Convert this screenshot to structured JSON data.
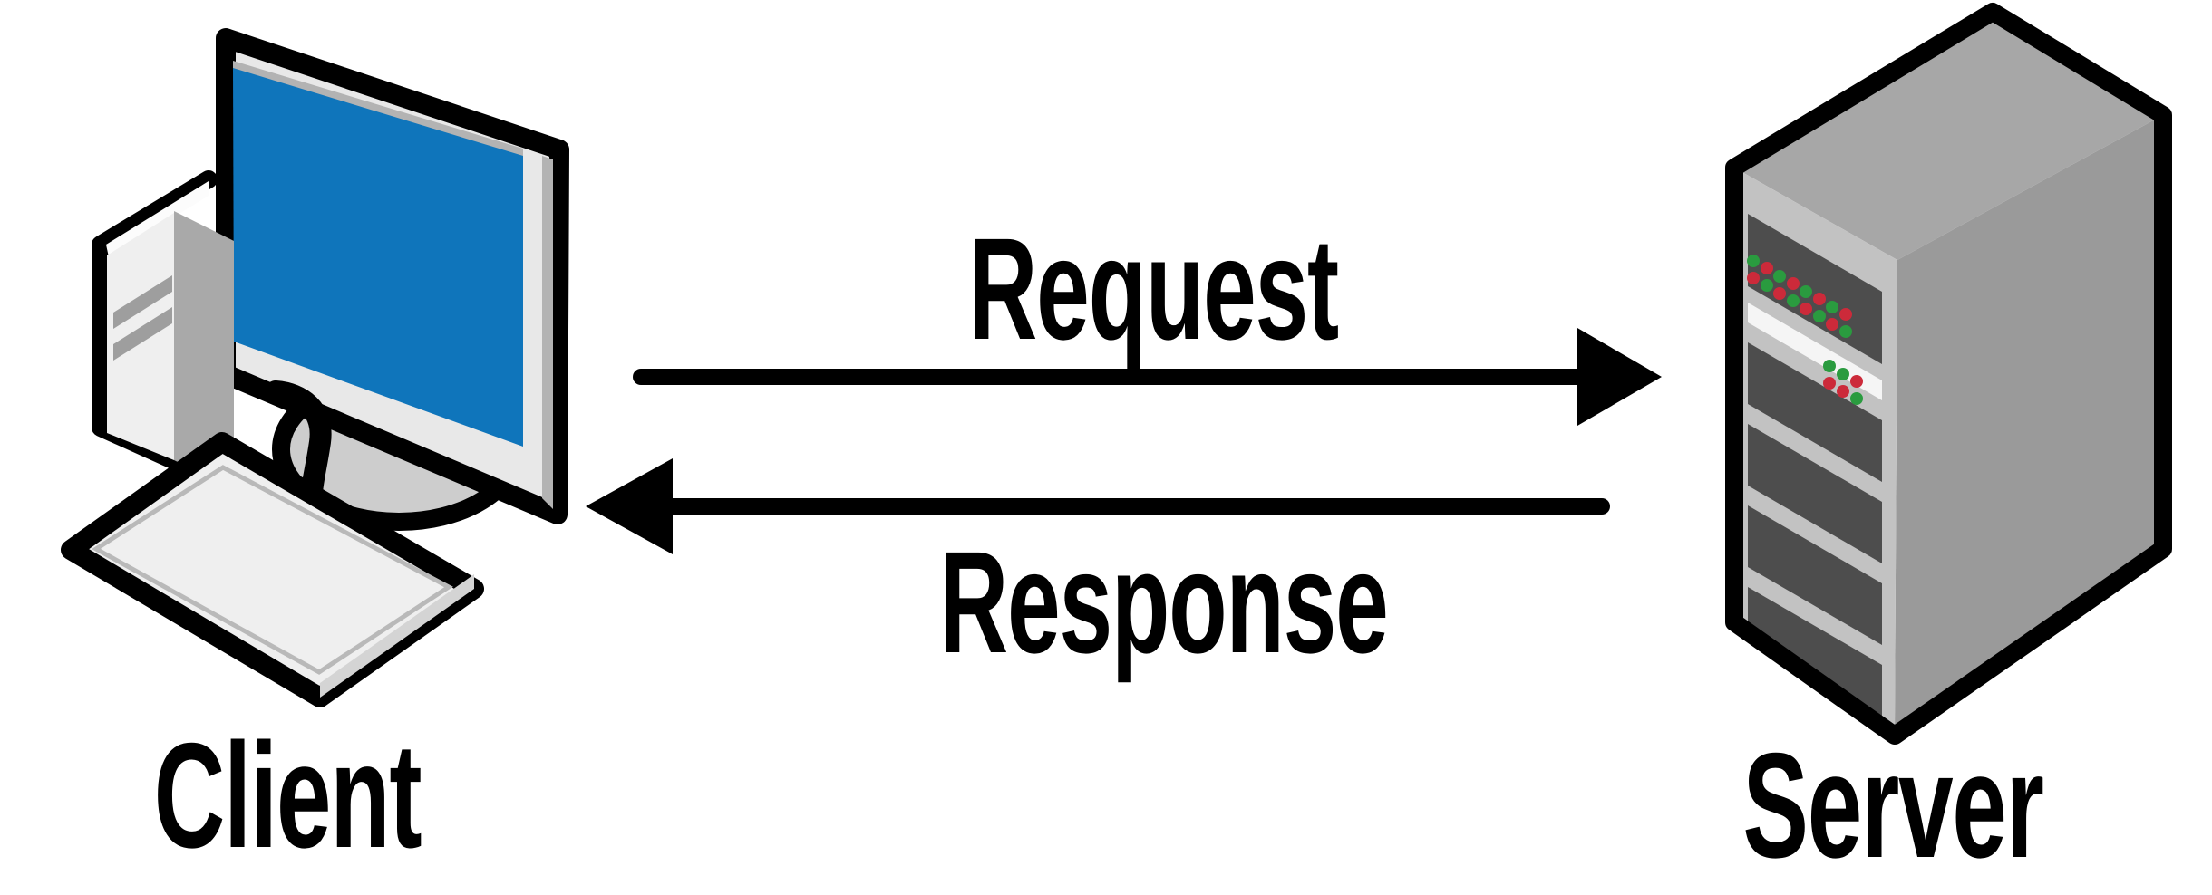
{
  "diagram": {
    "type": "client-server-request-response",
    "background": "#ffffff",
    "nodes": [
      {
        "id": "client",
        "label": "Client",
        "icon": "desktop-computer-icon"
      },
      {
        "id": "server",
        "label": "Server",
        "icon": "server-tower-icon"
      }
    ],
    "edges": [
      {
        "id": "request",
        "label": "Request",
        "from": "client",
        "to": "server",
        "direction": "left-to-right"
      },
      {
        "id": "response",
        "label": "Response",
        "from": "server",
        "to": "client",
        "direction": "right-to-left"
      }
    ],
    "colors": {
      "outline": "#000000",
      "text": "#000000",
      "screen_blue": "#0f75bb",
      "monitor_bezel": "#e8e8e8",
      "bezel_shadow": "#b3b3b3",
      "tower_front": "#efefef",
      "tower_side": "#a9a9a9",
      "tower_stripe": "#9e9e9e",
      "keyboard_top": "#efefef",
      "stand_base": "#cdcdcd",
      "server_front": "#c2c2c2",
      "server_side": "#9a9a9a",
      "server_top": "#a7a7a7",
      "server_slot": "#4d4d4d",
      "server_stripe": "#f5f5f5",
      "led_green": "#2a9b3f",
      "led_red": "#cc2a3a"
    }
  }
}
